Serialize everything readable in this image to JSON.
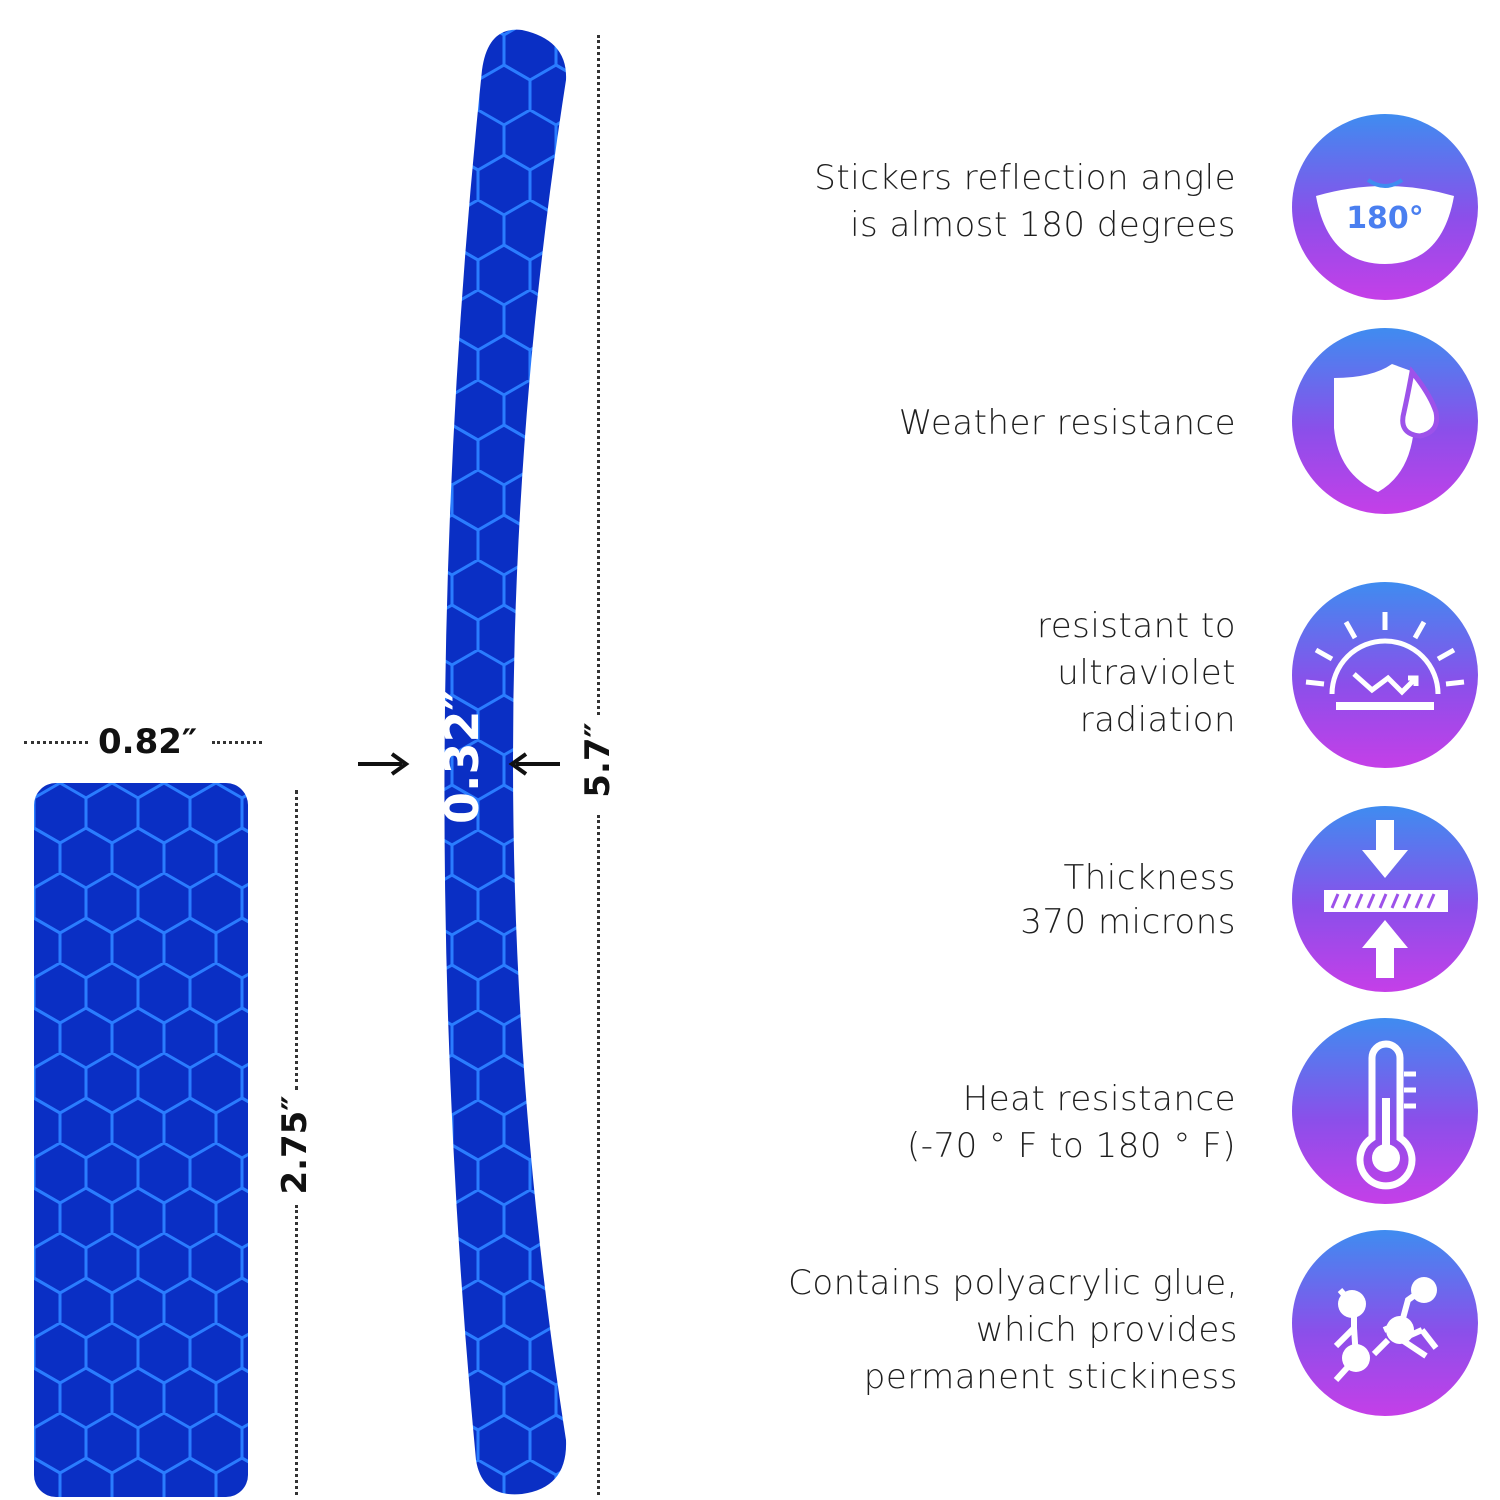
{
  "dimensions": {
    "width_label": "0.82″",
    "height_label": "2.75″",
    "strip_width_label": "0.32″",
    "strip_length_label": "5.7″"
  },
  "features": [
    {
      "lines": [
        "Stickers reflection angle",
        "is almost 180 degrees"
      ],
      "icon": "reflection-angle-icon",
      "icon_text": "180°"
    },
    {
      "lines": [
        "Weather resistance"
      ],
      "icon": "shield-drop-icon"
    },
    {
      "lines": [
        "resistant to",
        "ultraviolet",
        "radiation"
      ],
      "icon": "uv-sun-icon"
    },
    {
      "lines": [
        "Thickness",
        "370 microns"
      ],
      "icon": "thickness-arrows-icon"
    },
    {
      "lines": [
        "Heat resistance",
        "(-70 ° F to 180 ° F)"
      ],
      "icon": "thermometer-icon"
    },
    {
      "lines": [
        "Contains polyacrylic glue,",
        "which provides",
        "permanent stickiness"
      ],
      "icon": "molecule-icon"
    }
  ],
  "colors": {
    "sticker_blue": "#0a2fc4",
    "hex_line": "#2a7cff",
    "icon_gradient_top": "#3f8cf0",
    "icon_gradient_bottom": "#c53fe8"
  }
}
